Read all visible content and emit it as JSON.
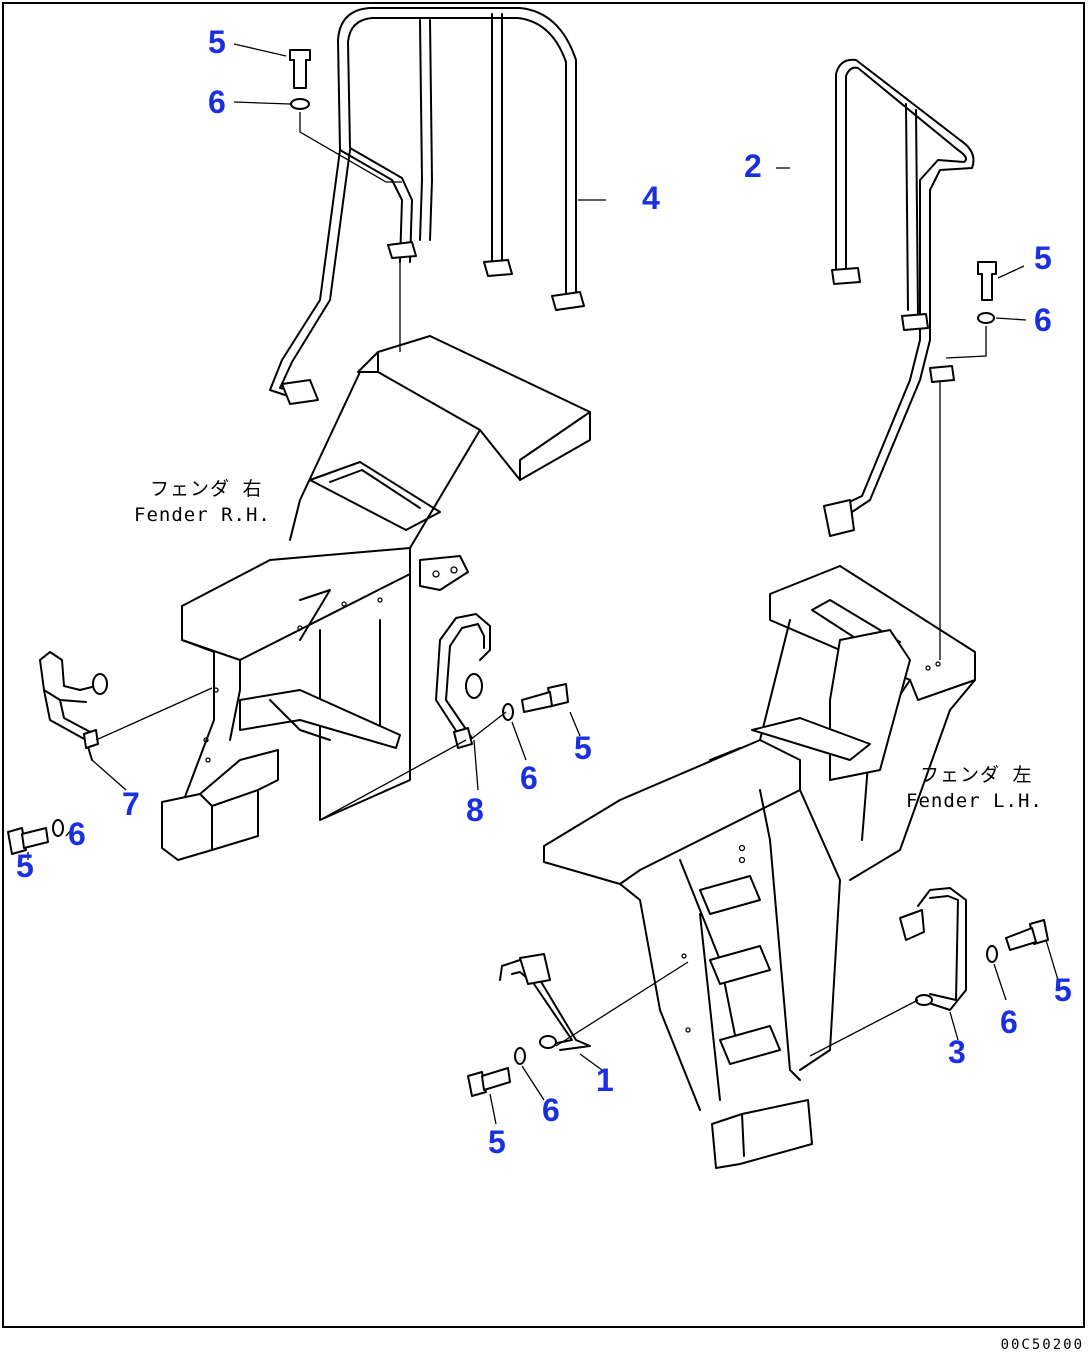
{
  "diagram": {
    "drawing_code": "00C50200",
    "captions": {
      "fender_rh_jp": "フェンダ 右",
      "fender_rh_en": "Fender R.H.",
      "fender_lh_jp": "フェンダ 左",
      "fender_lh_en": "Fender L.H."
    },
    "callouts": [
      {
        "id": "c1",
        "label": "5"
      },
      {
        "id": "c2",
        "label": "6"
      },
      {
        "id": "c3",
        "label": "4"
      },
      {
        "id": "c4",
        "label": "2"
      },
      {
        "id": "c5",
        "label": "5"
      },
      {
        "id": "c6",
        "label": "6"
      },
      {
        "id": "c7",
        "label": "7"
      },
      {
        "id": "c8",
        "label": "6"
      },
      {
        "id": "c9",
        "label": "5"
      },
      {
        "id": "c10",
        "label": "8"
      },
      {
        "id": "c11",
        "label": "6"
      },
      {
        "id": "c12",
        "label": "5"
      },
      {
        "id": "c13",
        "label": "1"
      },
      {
        "id": "c14",
        "label": "6"
      },
      {
        "id": "c15",
        "label": "5"
      },
      {
        "id": "c16",
        "label": "3"
      },
      {
        "id": "c17",
        "label": "6"
      },
      {
        "id": "c18",
        "label": "5"
      }
    ],
    "callout_color": "#1a2fe0"
  }
}
